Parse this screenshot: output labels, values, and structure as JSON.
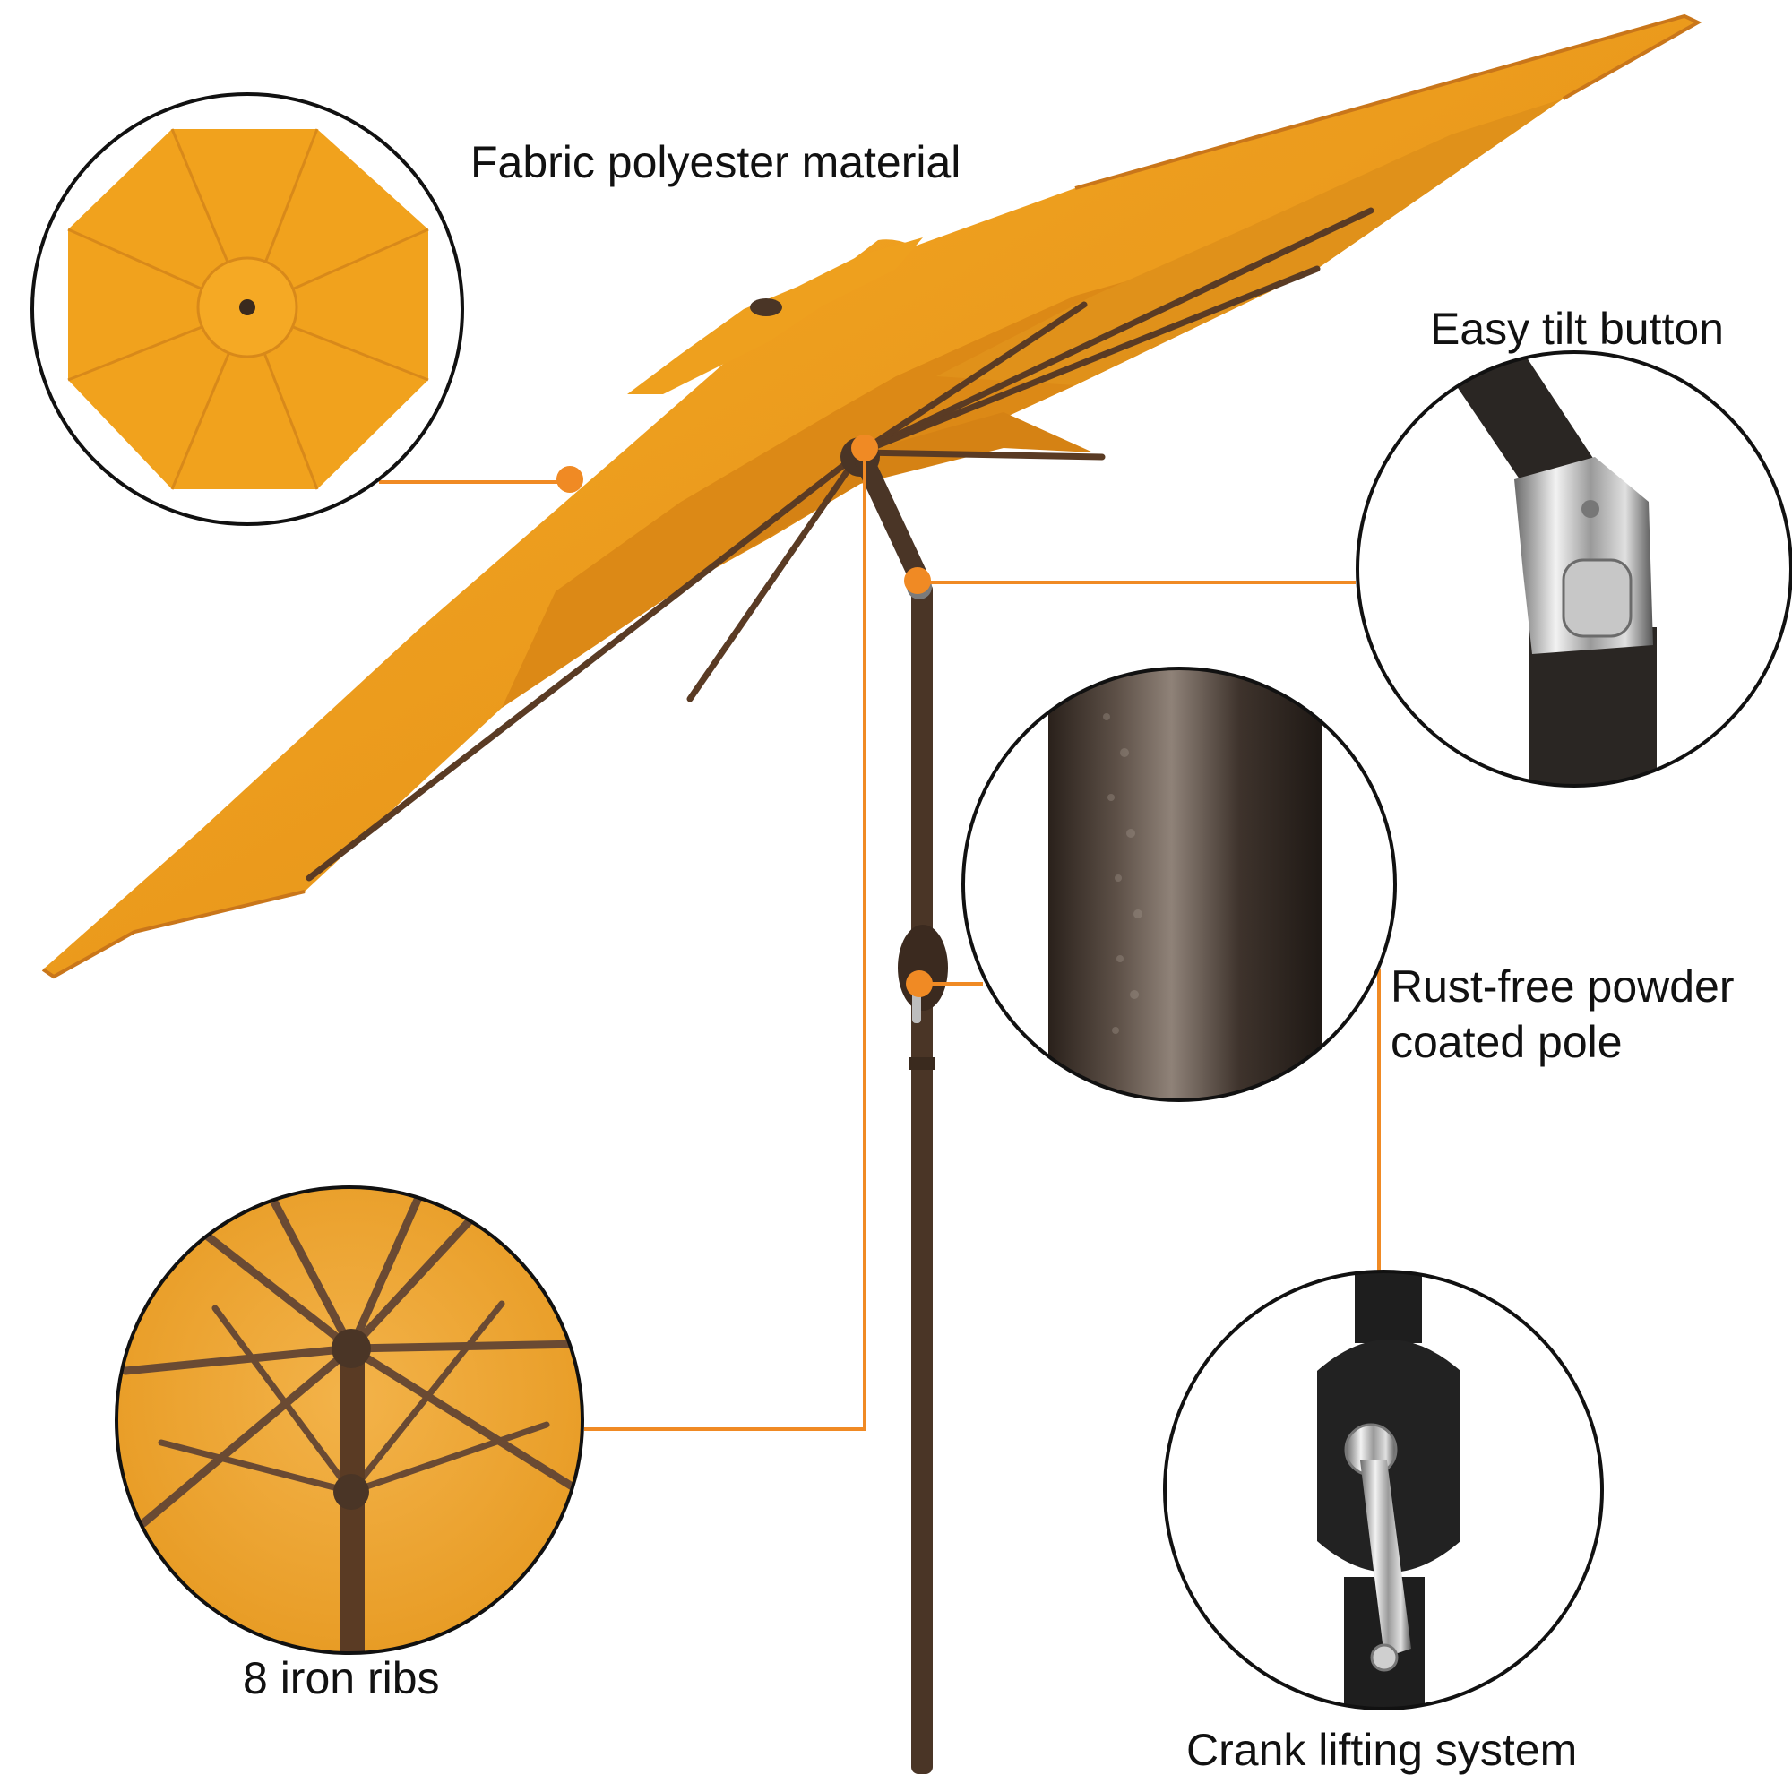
{
  "labels": {
    "fabric": "Fabric polyester material",
    "tilt": "Easy tilt button",
    "rust_line1": "Rust-free powder",
    "rust_line2": "coated pole",
    "ribs": "8 iron ribs",
    "crank": "Crank lifting system"
  },
  "colors": {
    "canopy": "#f2a31e",
    "canopy_shadow": "#d98417",
    "canopy_dark": "#c77413",
    "leader": "#f08a24",
    "pole": "#4a3526",
    "rib": "#5a3b24",
    "outline": "#111111"
  },
  "icons": {
    "canopy_top_detail": "umbrella-top-view-icon",
    "tilt_detail": "tilt-button-closeup-icon",
    "pole_detail": "powder-coated-pole-closeup-icon",
    "ribs_detail": "umbrella-ribs-underside-icon",
    "crank_detail": "crank-handle-closeup-icon"
  }
}
